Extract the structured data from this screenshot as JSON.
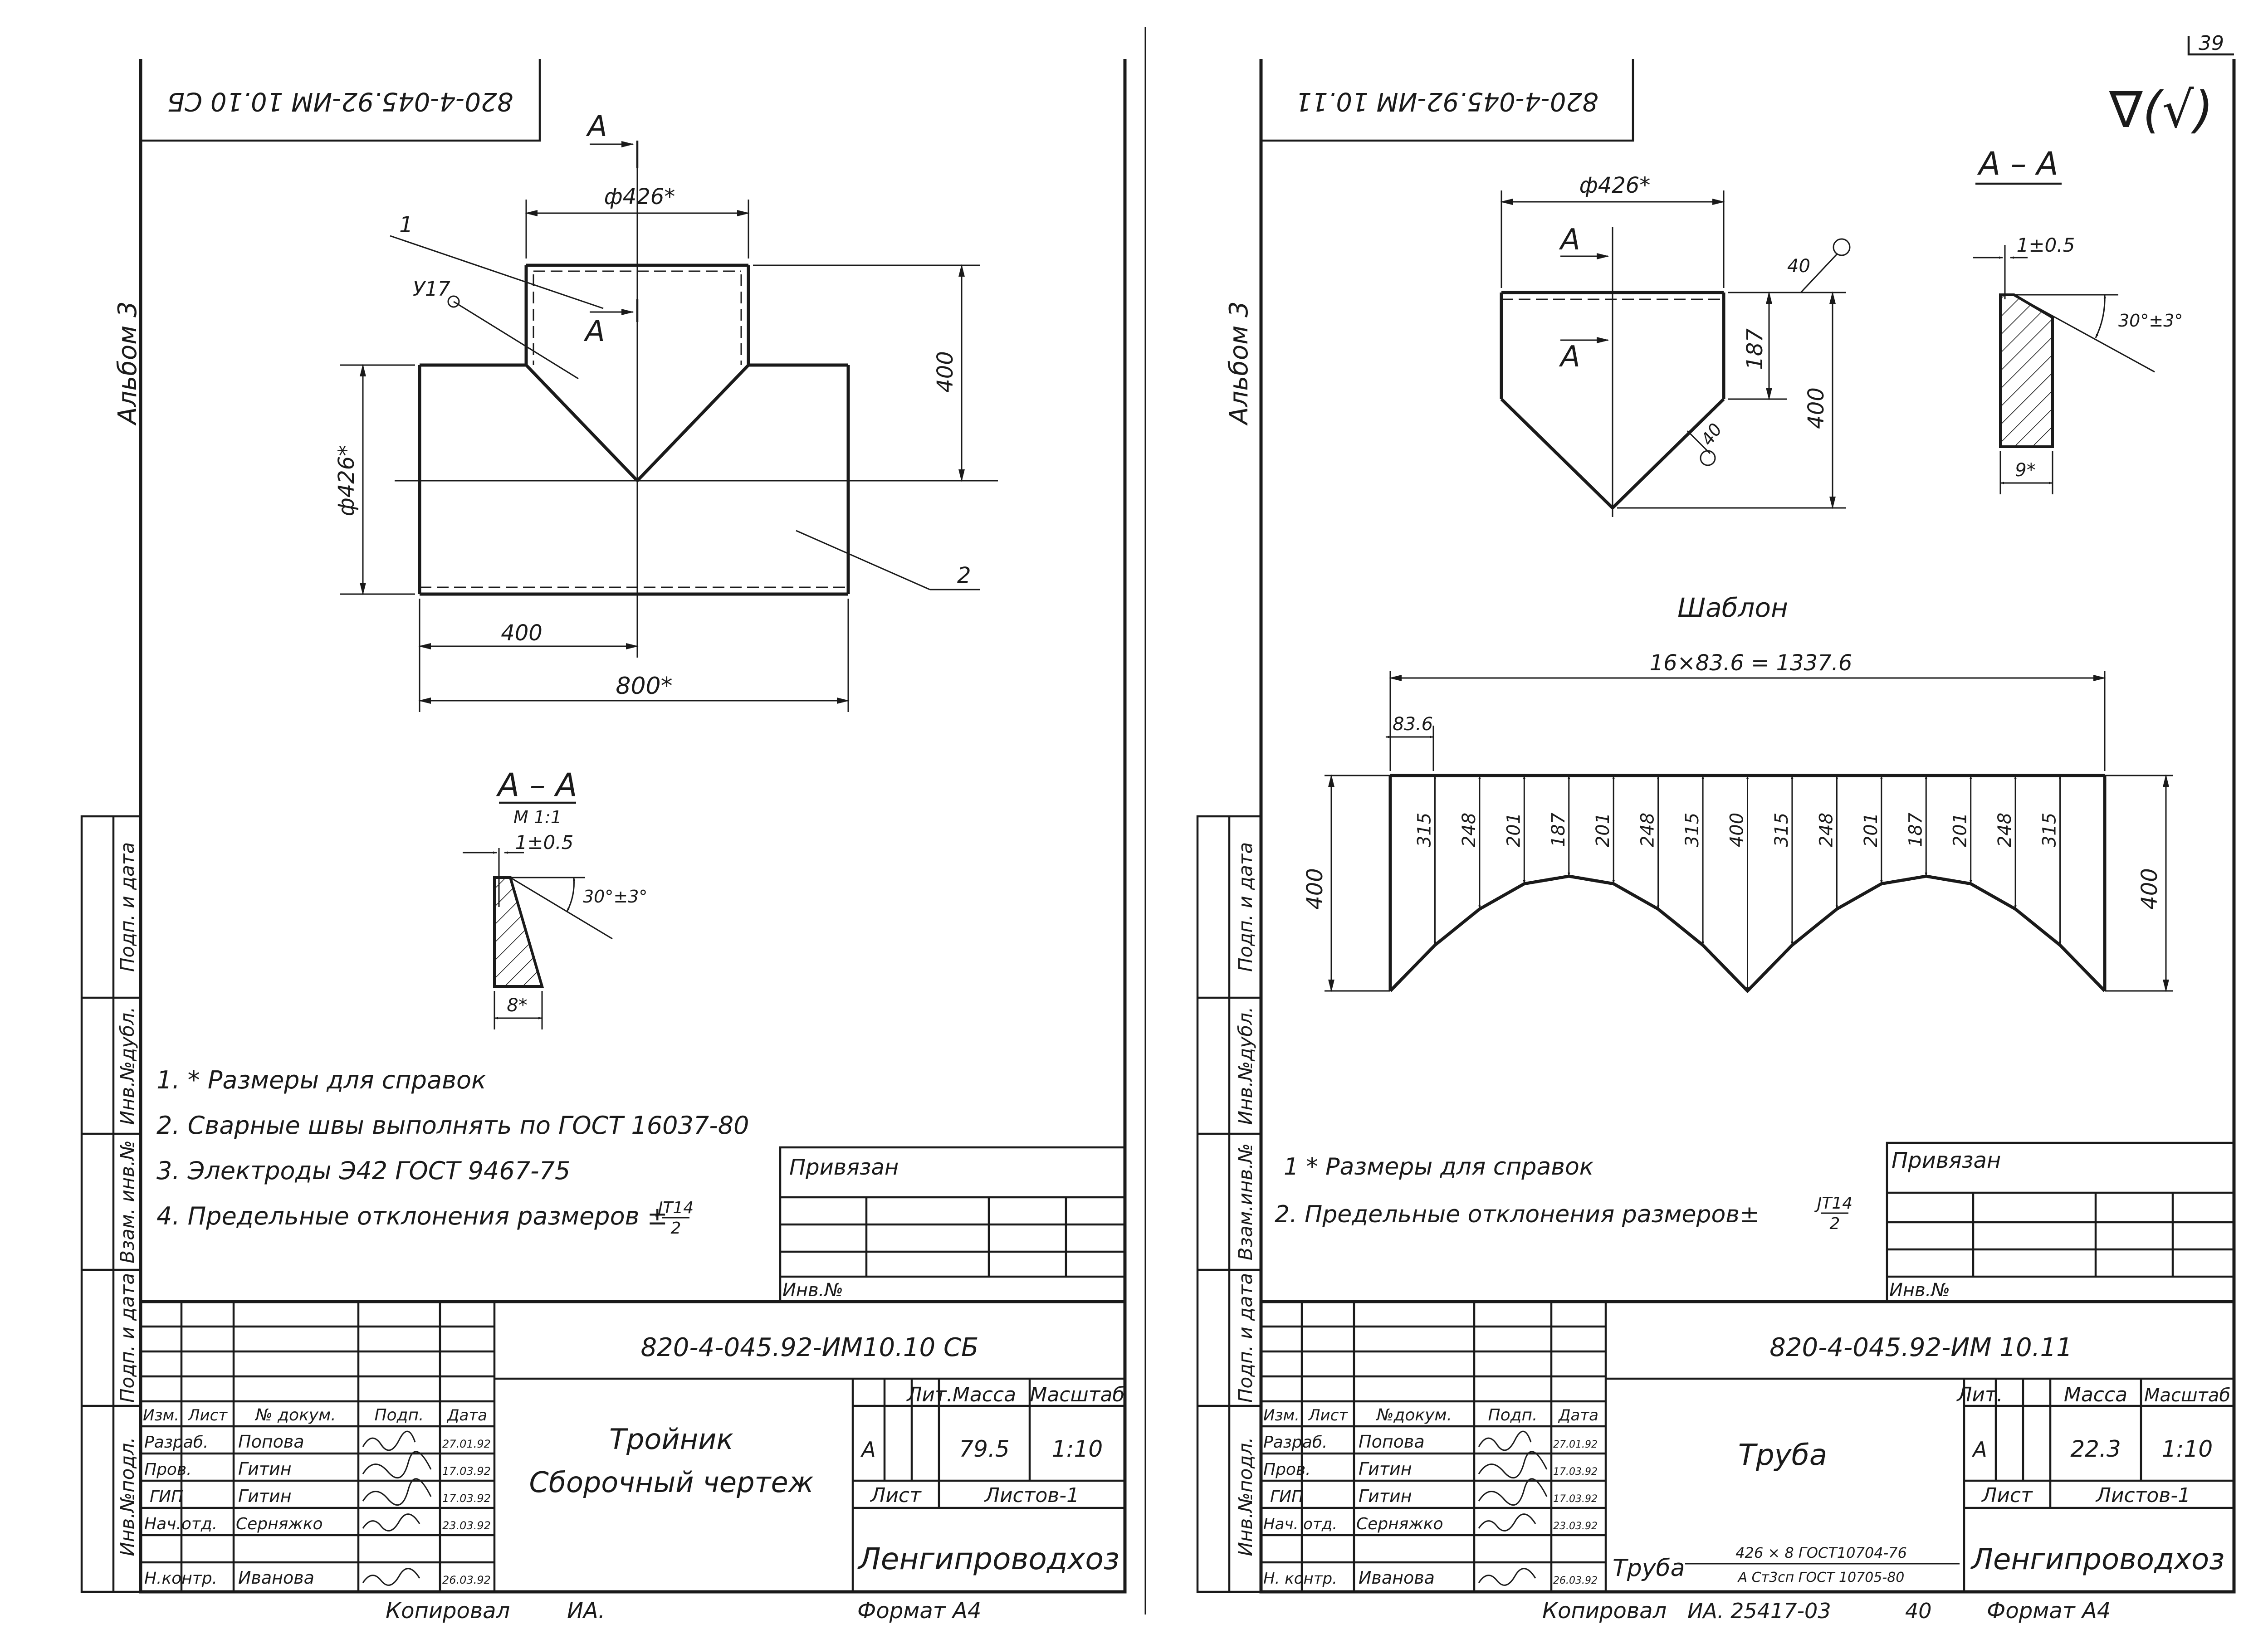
{
  "page_number": "39",
  "left": {
    "doc_code_top": "820-4-045.92-ИМ 10.10 СБ",
    "album": "Альбом 3",
    "section_label": "А",
    "callouts": {
      "part1": "1",
      "part2": "2",
      "weld_mark": "У17"
    },
    "dims": {
      "d_top": "ф426*",
      "d_side": "ф426*",
      "h400": "400",
      "w400": "400",
      "w800": "800*"
    },
    "section": {
      "title": "А – А",
      "scale": "М 1:1",
      "gap": "1±0.5",
      "angle": "30°±3°",
      "thickness": "8*"
    },
    "notes": [
      "1. * Размеры для справок",
      "2. Сварные швы выполнять по ГОСТ 16037-80",
      "3. Электроды Э42 ГОСТ 9467-75",
      "4. Предельные отклонения размеров ±"
    ],
    "tolerance": {
      "num": "JT14",
      "den": "2"
    },
    "privyazan": "Привязан",
    "inv_no": "Инв.№",
    "title_block": {
      "code": "820-4-045.92-ИМ10.10 СБ",
      "headers": [
        "Изм.",
        "Лист",
        "№ докум.",
        "Подп.",
        "Дата"
      ],
      "rows": [
        {
          "role": "Разраб.",
          "name": "Попова",
          "date": "27.01.92"
        },
        {
          "role": "Пров.",
          "name": "Гитин",
          "date": "17.03.92"
        },
        {
          "role": "ГИП",
          "name": "Гитин",
          "date": "17.03.92"
        },
        {
          "role": "Нач.отд.",
          "name": "Серняжко",
          "date": "23.03.92"
        },
        {
          "role": "",
          "name": "",
          "date": ""
        },
        {
          "role": "Н.контр.",
          "name": "Иванова",
          "date": "26.03.92"
        }
      ],
      "name_line1": "Тройник",
      "name_line2": "Сборочный чертеж",
      "lit_h": "Лит.",
      "mass_h": "Масса",
      "scale_h": "Масштаб",
      "lit": "А",
      "mass": "79.5",
      "scale": "1:10",
      "sheet_h": "Лист",
      "sheets_h": "Листов-1",
      "org": "Ленгипроводхоз"
    },
    "margin_labels": [
      "Инв.№подл.",
      "Подп. и дата",
      "Взам. инв.№",
      "Инв.№дубл.",
      "Подп. и дата"
    ],
    "footer": {
      "copied": "Копировал",
      "initials": "ИА.",
      "format": "Формат А4"
    }
  },
  "right": {
    "doc_code_top": "820-4-045.92-ИМ 10.11",
    "album": "Альбом 3",
    "roughness": "∇(√)",
    "section_label": "А",
    "dims": {
      "d_top": "ф426*",
      "h187": "187",
      "h400": "400",
      "bevel": "40",
      "small": "40"
    },
    "section": {
      "title": "А – А",
      "gap": "1±0.5",
      "angle": "30°±3°",
      "thickness": "9*"
    },
    "template_title": "Шаблон",
    "template": {
      "overall": "16×83.6 = 1337.6",
      "step": "83.6",
      "left_h": "400",
      "right_h": "400",
      "ordinates": [
        "315",
        "248",
        "201",
        "187",
        "201",
        "248",
        "315",
        "400",
        "315",
        "248",
        "201",
        "187",
        "201",
        "248",
        "315"
      ]
    },
    "notes": [
      "1 * Размеры для справок",
      "2. Предельные отклонения размеров±"
    ],
    "tolerance": {
      "num": "JT14",
      "den": "2"
    },
    "privyazan": "Привязан",
    "inv_no": "Инв.№",
    "title_block": {
      "code": "820-4-045.92-ИМ 10.11",
      "headers": [
        "Изм.",
        "Лист",
        "№докум.",
        "Подп.",
        "Дата"
      ],
      "rows": [
        {
          "role": "Разраб.",
          "name": "Попова",
          "date": "27.01.92"
        },
        {
          "role": "Пров.",
          "name": "Гитин",
          "date": "17.03.92"
        },
        {
          "role": "ГИП",
          "name": "Гитин",
          "date": "17.03.92"
        },
        {
          "role": "Нач. отд.",
          "name": "Серняжко",
          "date": "23.03.92"
        },
        {
          "role": "",
          "name": "",
          "date": ""
        },
        {
          "role": "Н. контр.",
          "name": "Иванова",
          "date": "26.03.92"
        }
      ],
      "name": "Труба",
      "lit_h": "Лит.",
      "mass_h": "Масса",
      "scale_h": "Масштаб",
      "lit": "А",
      "mass": "22.3",
      "scale": "1:10",
      "sheet_h": "Лист",
      "sheets_h": "Листов-1",
      "material_prefix": "Труба",
      "material_top": "426 × 8  ГОСТ10704-76",
      "material_bottom": "А Ст3сп  ГОСТ 10705-80",
      "org": "Ленгипроводхоз"
    },
    "margin_labels": [
      "Инв.№подл.",
      "Подп. и дата",
      "Взам.инв.№",
      "Инв.№дубл.",
      "Подп. и дата"
    ],
    "footer": {
      "copied": "Копировал",
      "inv": "ИА. 25417-03",
      "num": "40",
      "format": "Формат А4"
    }
  }
}
